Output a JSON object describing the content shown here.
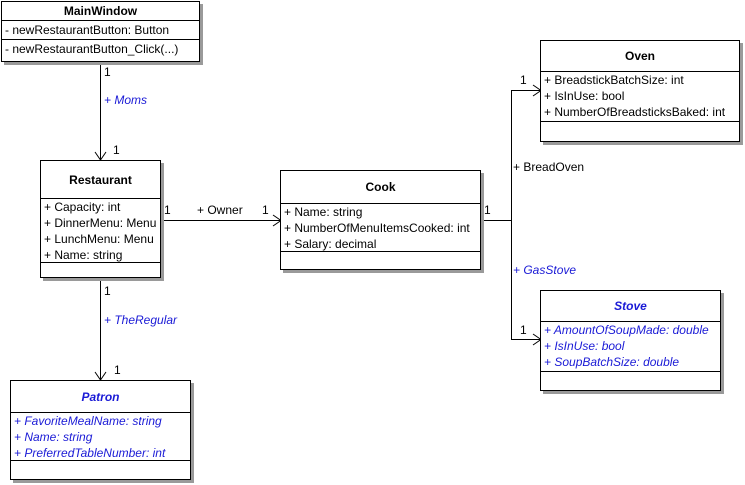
{
  "classes": {
    "main_window": {
      "name": "MainWindow",
      "attributes": [
        "- newRestaurantButton: Button"
      ],
      "operations": [
        "- newRestaurantButton_Click(...)"
      ]
    },
    "restaurant": {
      "name": "Restaurant",
      "attributes": [
        "+ Capacity: int",
        "+ DinnerMenu: Menu",
        "+ LunchMenu: Menu",
        "+ Name: string"
      ]
    },
    "cook": {
      "name": "Cook",
      "attributes": [
        "+ Name: string",
        "+ NumberOfMenuItemsCooked: int",
        "+ Salary: decimal"
      ]
    },
    "oven": {
      "name": "Oven",
      "attributes": [
        "+ BreadstickBatchSize: int",
        "+ IsInUse: bool",
        "+ NumberOfBreadsticksBaked: int"
      ]
    },
    "stove": {
      "name": "Stove",
      "attributes": [
        "+ AmountOfSoupMade: double",
        "+ IsInUse: bool",
        "+ SoupBatchSize: double"
      ]
    },
    "patron": {
      "name": "Patron",
      "attributes": [
        "+ FavoriteMealName: string",
        "+ Name: string",
        "+ PreferredTableNumber: int"
      ]
    }
  },
  "associations": {
    "moms": {
      "role": "+ Moms",
      "source_mult": "1",
      "target_mult": "1"
    },
    "owner": {
      "role": "+ Owner",
      "source_mult": "1",
      "target_mult": "1"
    },
    "the_regular": {
      "role": "+ TheRegular",
      "source_mult": "1",
      "target_mult": "1"
    },
    "bread_oven": {
      "role": "+ BreadOven",
      "source_mult": "1",
      "target_mult": "1"
    },
    "gas_stove": {
      "role": "+ GasStove",
      "target_mult": "1"
    }
  },
  "colors": {
    "abstract_text": "#1a1ad6",
    "line": "#000000",
    "shadow": "#9a9a9a"
  }
}
